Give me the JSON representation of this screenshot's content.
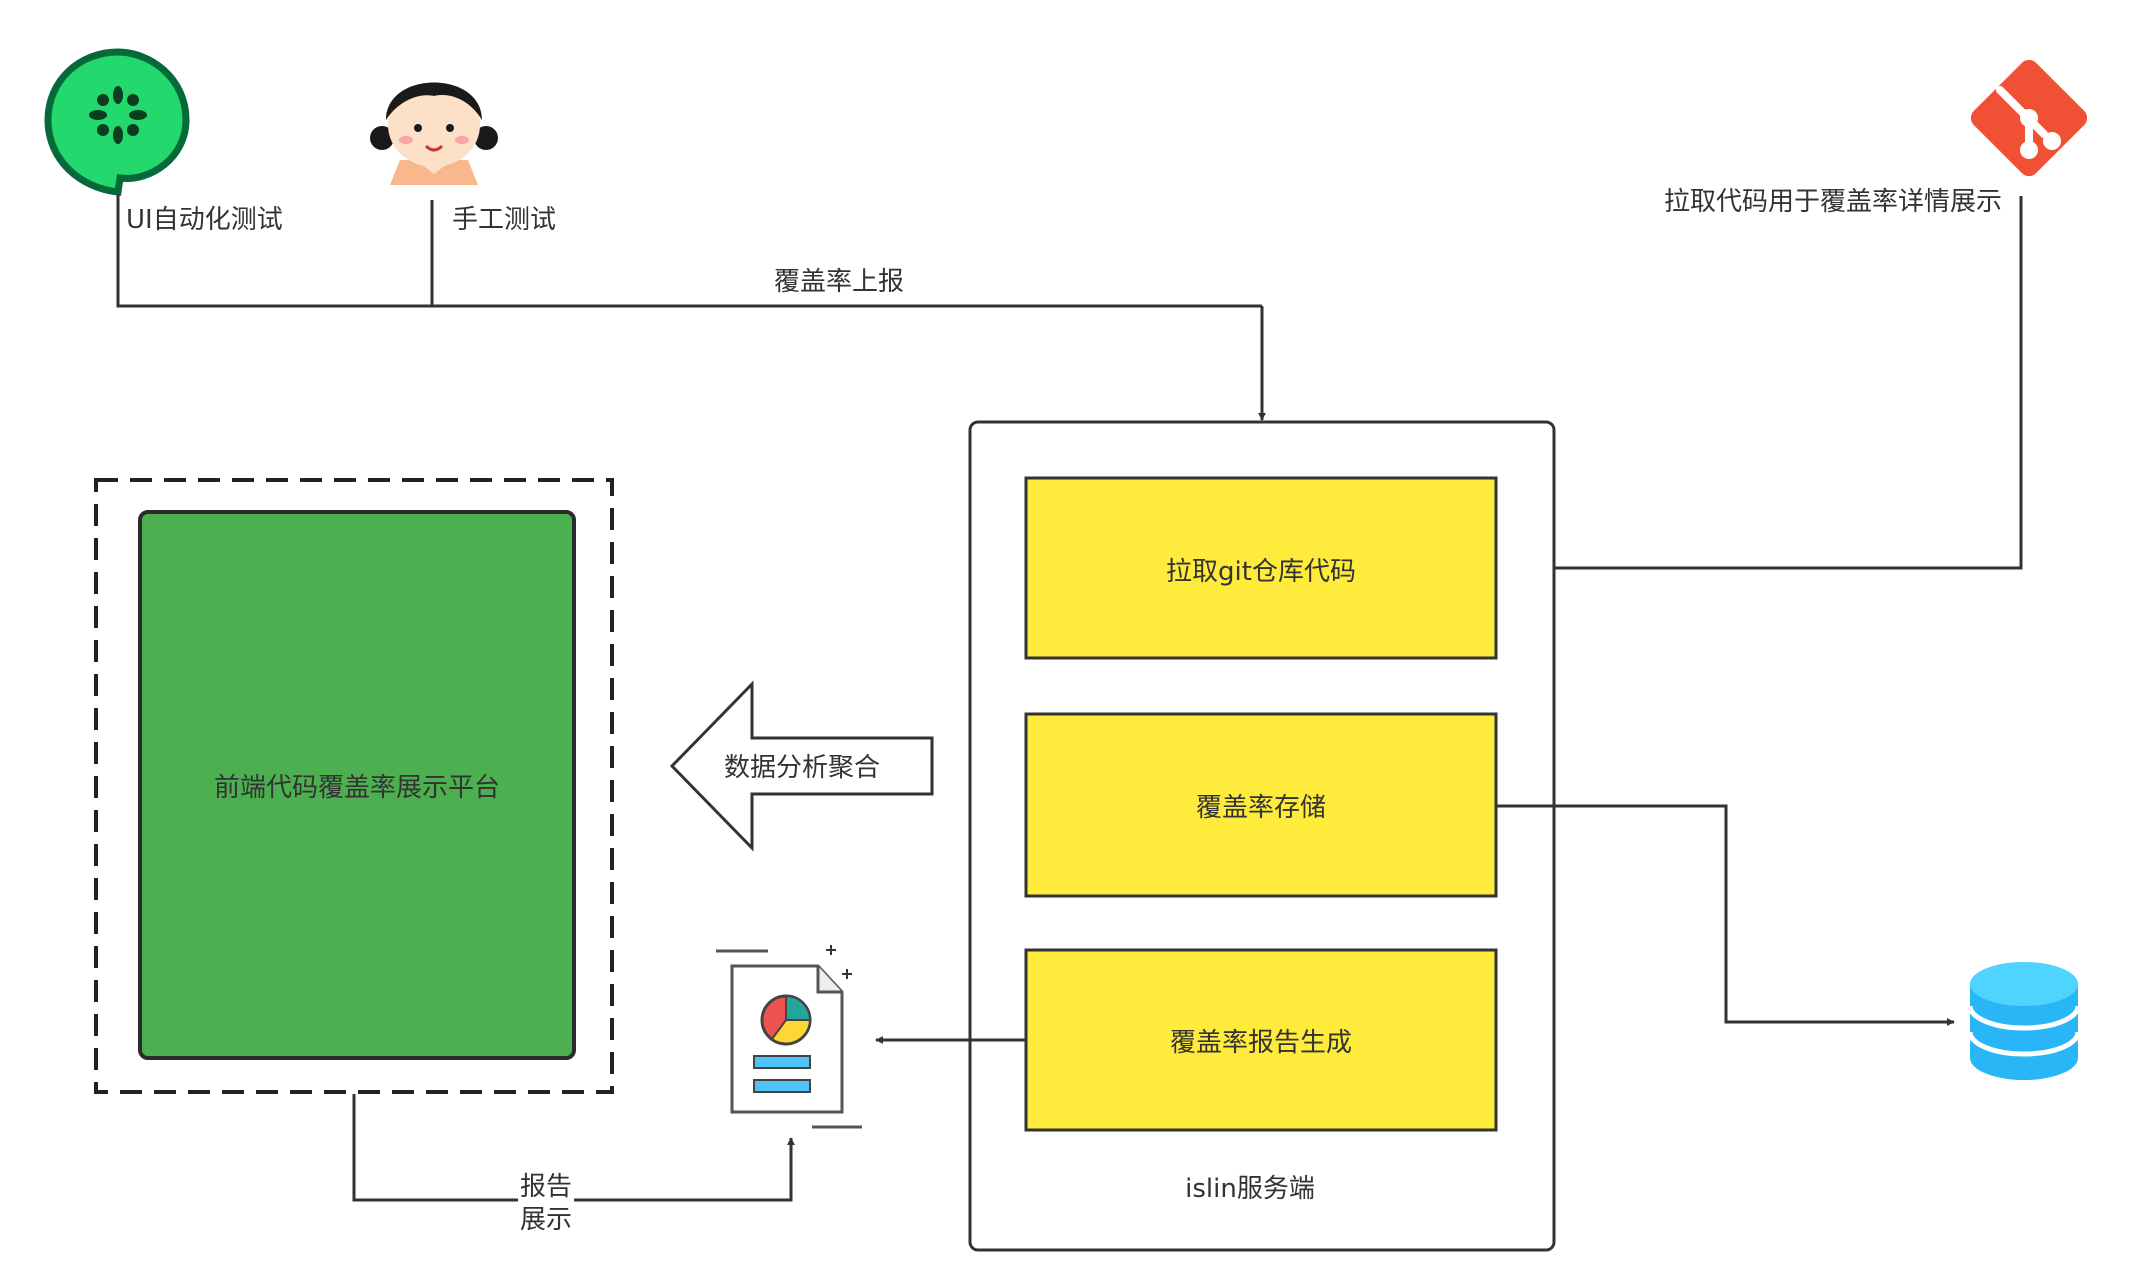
{
  "actors": {
    "ui_auto_test": "UI自动化测试",
    "manual_test": "手工测试"
  },
  "flows": {
    "coverage_report_upload": "覆盖率上报",
    "pull_code_for_detail": "拉取代码用于覆盖率详情展示",
    "data_aggregation": "数据分析聚合",
    "report_display_line1": "报告",
    "report_display_line2": "展示"
  },
  "frontend": {
    "title": "前端代码覆盖率展示平台"
  },
  "server": {
    "title": "islin服务端",
    "modules": [
      "拉取git仓库代码",
      "覆盖率存储",
      "覆盖率报告生成"
    ]
  },
  "colors": {
    "module_fill": "#ffeb3b",
    "frontend_fill": "#4caf50",
    "cucumber_green": "#23d96e",
    "git_orange": "#f05033",
    "db_blue": "#29b6f6"
  },
  "icons": {
    "ui_auto_test": "cucumber-icon",
    "manual_test": "girl-avatar-icon",
    "git": "git-icon",
    "report": "report-document-icon",
    "database": "database-icon"
  }
}
